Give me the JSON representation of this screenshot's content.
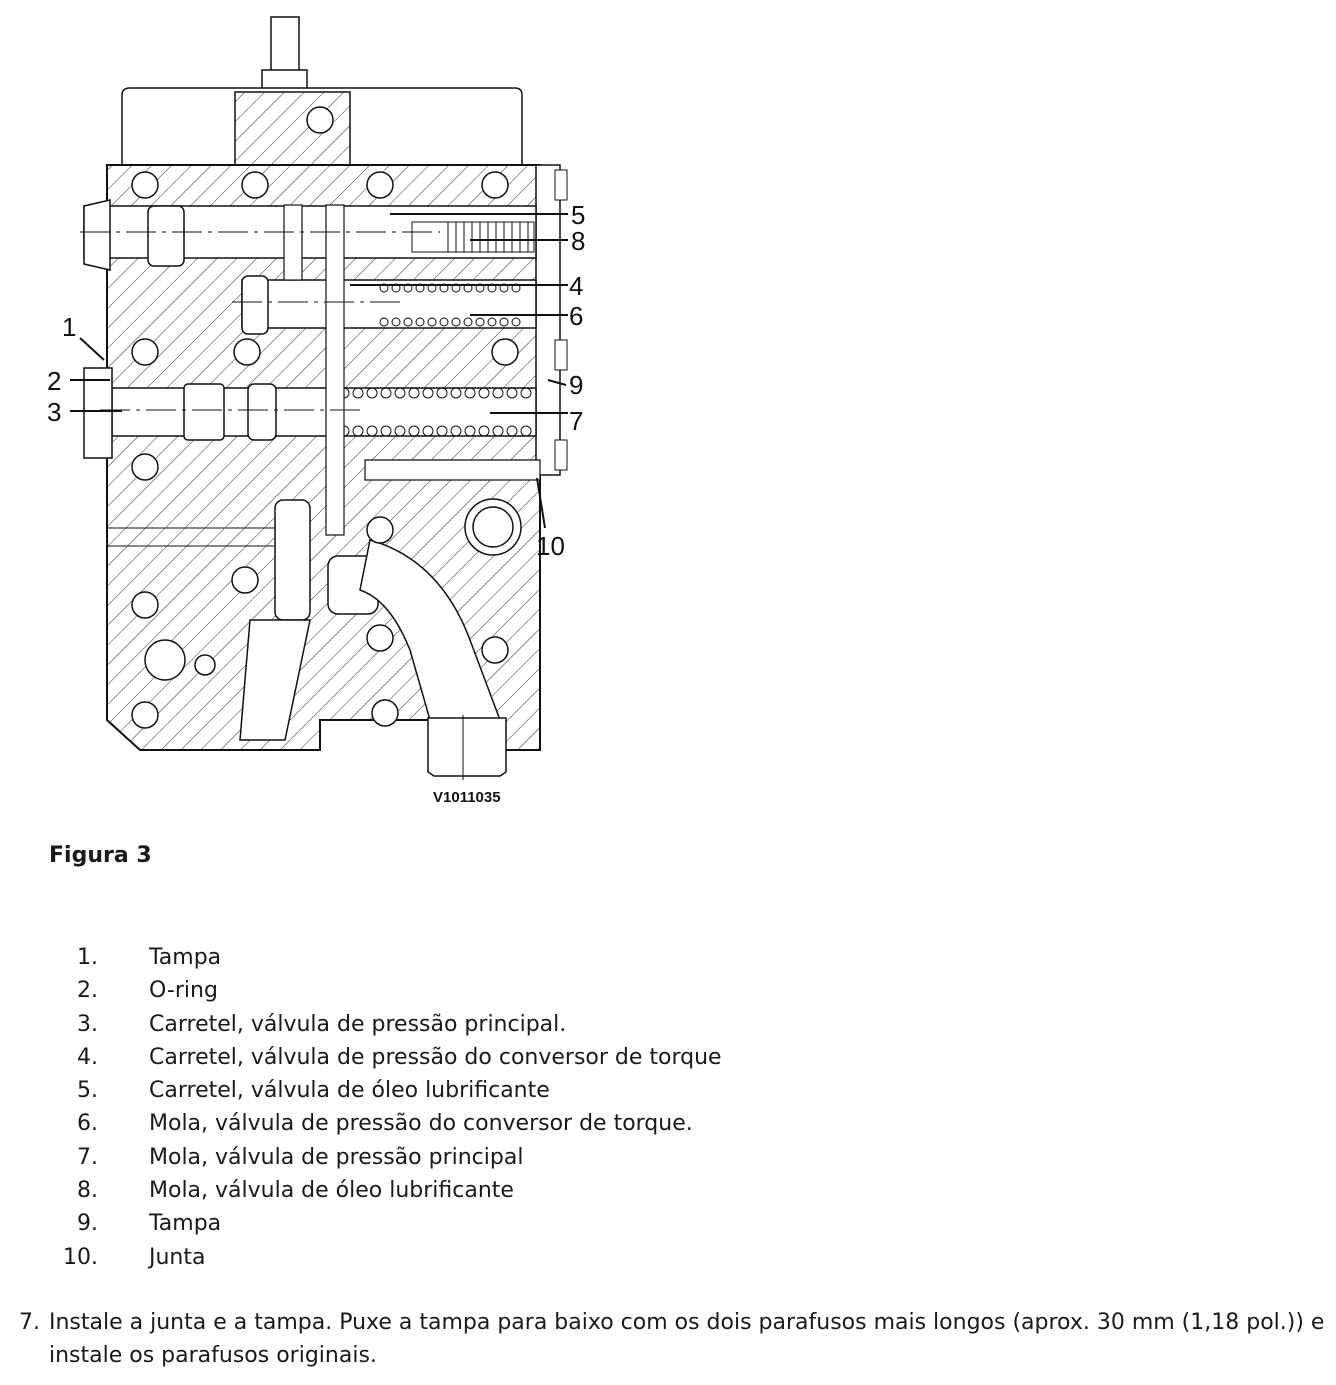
{
  "figure": {
    "image_code": "V1011035",
    "callouts": [
      "1",
      "2",
      "3",
      "4",
      "5",
      "6",
      "7",
      "8",
      "9",
      "10"
    ],
    "caption": "Figura 3"
  },
  "legend": [
    {
      "num": "1.",
      "text": "Tampa"
    },
    {
      "num": "2.",
      "text": "O-ring"
    },
    {
      "num": "3.",
      "text": "Carretel, válvula de pressão principal."
    },
    {
      "num": "4.",
      "text": "Carretel, válvula de pressão do conversor de torque"
    },
    {
      "num": "5.",
      "text": "Carretel, válvula de óleo lubrificante"
    },
    {
      "num": "6.",
      "text": "Mola, válvula de pressão do conversor de torque."
    },
    {
      "num": "7.",
      "text": "Mola, válvula de pressão principal"
    },
    {
      "num": "8.",
      "text": "Mola, válvula de óleo lubrificante"
    },
    {
      "num": "9.",
      "text": "Tampa"
    },
    {
      "num": "10.",
      "text": "Junta"
    }
  ],
  "step": {
    "num": "7.",
    "text": "Instale a junta e a tampa. Puxe a tampa para baixo com os dois parafusos mais longos (aprox. 30 mm (1,18 pol.)) e instale os parafusos originais."
  }
}
